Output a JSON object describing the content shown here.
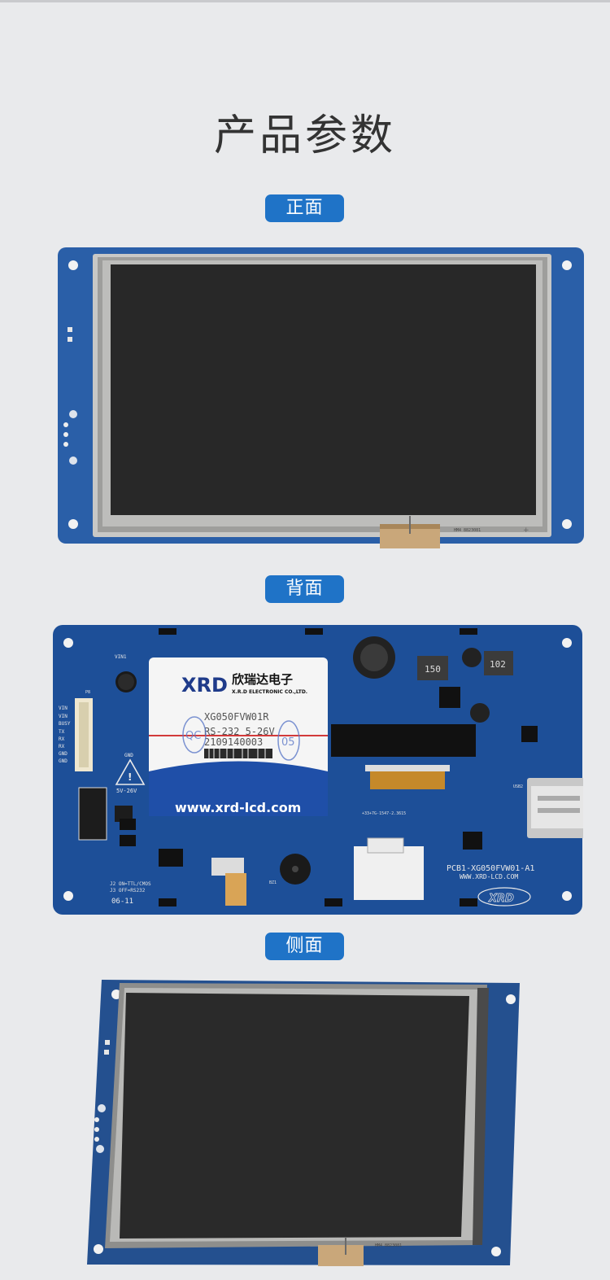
{
  "page": {
    "title": "产品参数"
  },
  "sections": {
    "front": {
      "label": "正面"
    },
    "back": {
      "label": "背面"
    },
    "side": {
      "label": "侧面"
    }
  },
  "board_front": {
    "pcb_mark": "HM4 8823081"
  },
  "board_back": {
    "logo_text": "XRD",
    "brand_cn": "欣瑞达电子",
    "brand_en": "X.R.D ELECTRONIC CO.,LTD.",
    "model": "XG050FVW01R",
    "spec": "RS-232  5-26V",
    "serial": "2109140003",
    "qc_stamp": "QC",
    "stamp_code": "05",
    "website": "www.xrd-lcd.com",
    "voltage": "5V-26V",
    "gnd_mark": "GND",
    "pin_labels": [
      "VIN",
      "VIN",
      "BUSY",
      "TX",
      "RX",
      "RX",
      "GND",
      "GND"
    ],
    "pcb_name": "PCB1-XG050FVW01-A1",
    "pcb_web": "WWW.XRD-LCD.COM",
    "xrd_logo": "XRD",
    "date_code": "06-11",
    "jumper_on": "J2 ON=TTL/CMOS",
    "jumper_off": "J3 OFF=RS232",
    "inductor_1": "150",
    "inductor_2": "102",
    "usb_label": "USB2",
    "vin_label": "VIN1",
    "p8_label": "P8",
    "bz_label": "BZ1",
    "fpc_code": "+33+7G-1547-2.3615"
  },
  "board_side": {
    "pcb_mark": "HM4 8823081"
  }
}
